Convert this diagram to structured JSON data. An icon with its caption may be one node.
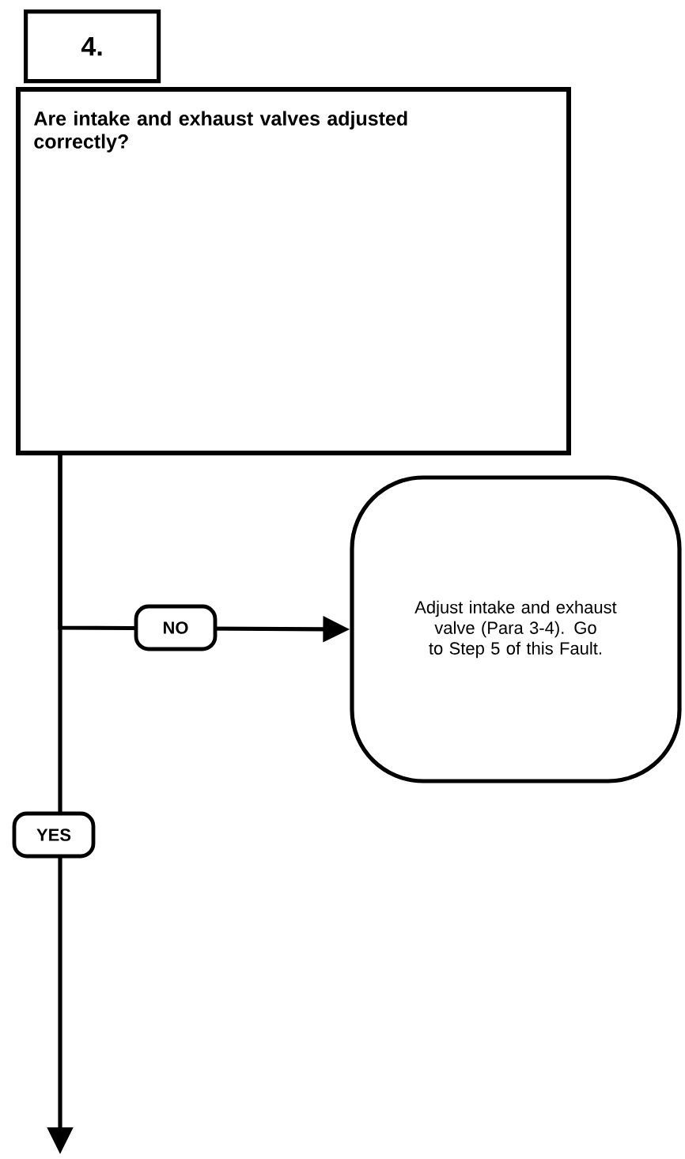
{
  "diagram": {
    "nodes": [
      {
        "text": [
          "4.",
          "Are intake and exhaust valves adjusted correctly?"
        ]
      },
      {
        "text": [
          "Adjust intake and exhaust valve (Para 3-4).  Go to Step 5 of this Fault."
        ]
      }
    ],
    "edges": [
      {
        "from": 0,
        "to": 1,
        "arrow": "to",
        "label": "NO"
      },
      {
        "from": 0,
        "to": null,
        "arrow": "to",
        "label": "YES"
      }
    ]
  }
}
